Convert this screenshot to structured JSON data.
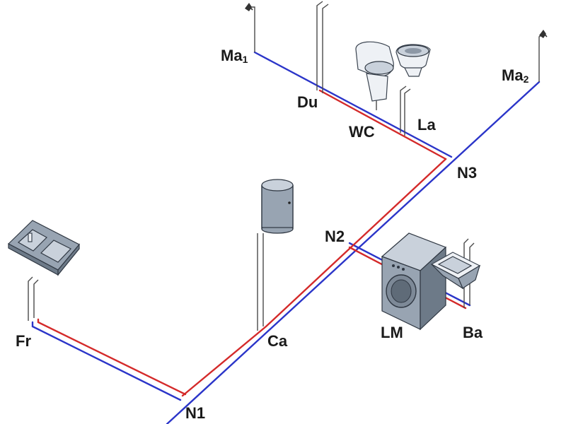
{
  "diagram": {
    "colors": {
      "cold_pipe": "#2b35c9",
      "hot_pipe": "#d42a2a",
      "fixture": "#98a4b2"
    },
    "nodes": {
      "n1": "N1",
      "n2": "N2",
      "n3": "N3"
    },
    "fixtures": {
      "fr": "Fr",
      "ca": "Ca",
      "lm": "LM",
      "ba": "Ba",
      "wc": "WC",
      "la": "La",
      "du": "Du",
      "ma1": {
        "main": "Ma",
        "sub": "1"
      },
      "ma2": {
        "main": "Ma",
        "sub": "2"
      }
    }
  }
}
